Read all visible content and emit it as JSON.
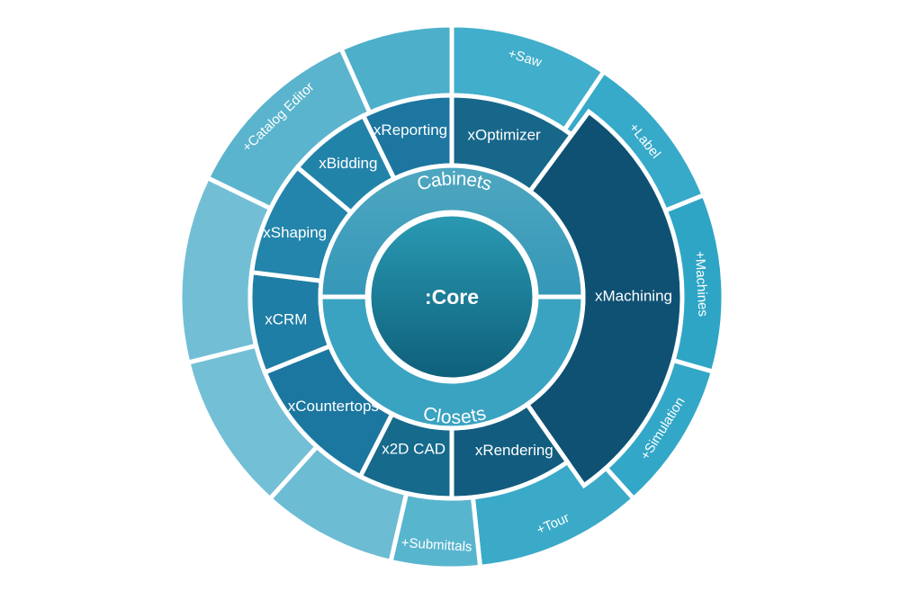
{
  "core": {
    "label": ":Core"
  },
  "inner_ring": {
    "top": {
      "label": "Cabinets"
    },
    "bottom": {
      "label": "Closets"
    }
  },
  "modules": [
    {
      "id": "xoptimizer",
      "label": "xOptimizer"
    },
    {
      "id": "xmachining",
      "label": "xMachining"
    },
    {
      "id": "xrendering",
      "label": "xRendering"
    },
    {
      "id": "x2dcad",
      "label": "x2D CAD"
    },
    {
      "id": "xcountertops",
      "label": "xCountertops"
    },
    {
      "id": "xcrm",
      "label": "xCRM"
    },
    {
      "id": "xshaping",
      "label": "xShaping"
    },
    {
      "id": "xbidding",
      "label": "xBidding"
    },
    {
      "id": "xreporting",
      "label": "xReporting"
    }
  ],
  "addons": [
    {
      "id": "saw",
      "label": "+Saw"
    },
    {
      "id": "label",
      "label": "+Label"
    },
    {
      "id": "machines",
      "label": "+Machines"
    },
    {
      "id": "simulation",
      "label": "+Simulation"
    },
    {
      "id": "tour",
      "label": "+Tour"
    },
    {
      "id": "submittals",
      "label": "+Submittals"
    },
    {
      "id": "blank-1",
      "label": ""
    },
    {
      "id": "blank-2",
      "label": ""
    },
    {
      "id": "blank-3",
      "label": ""
    },
    {
      "id": "catalog-editor",
      "label": "+Catalog Editor"
    },
    {
      "id": "blank-4",
      "label": ""
    }
  ],
  "colors": {
    "core_light": "#2a9ab3",
    "core_dark": "#0e5f7a",
    "inner_ring": "#55adc6",
    "middle_light": "#2585a6",
    "middle_dark": "#0c4f6e",
    "outer_light": "#6fbed4",
    "outer_bright": "#3aaac8",
    "stroke": "#ffffff"
  }
}
